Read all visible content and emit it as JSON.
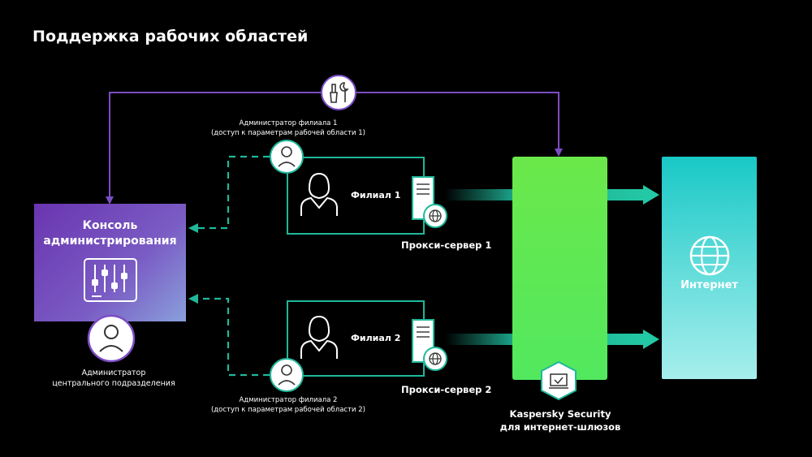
{
  "title": "Поддержка рабочих областей",
  "console": {
    "line1": "Консоль",
    "line2": "администрирования"
  },
  "central_admin": {
    "line1": "Администратор",
    "line2": "центрального подразделения"
  },
  "branch1": {
    "label": "Филиал 1",
    "admin_line1": "Администратор филиала 1",
    "admin_line2": "(доступ к параметрам рабочей области 1)",
    "proxy": "Прокси-сервер 1"
  },
  "branch2": {
    "label": "Филиал 2",
    "admin_line1": "Администратор филиала 2",
    "admin_line2": "(доступ к параметрам рабочей области 2)",
    "proxy": "Прокси-сервер 2"
  },
  "gateway": {
    "line1": "Kaspersky Security",
    "line2": "для интернет-шлюзов"
  },
  "internet": "Интернет",
  "colors": {
    "accent_green": "#5ee85a",
    "teal": "#1fb89a",
    "purple": "#7b4dc4",
    "cyan": "#1fcac8"
  },
  "icons": [
    "tools-icon",
    "admin-avatar-icon",
    "user-icon",
    "server-icon",
    "globe-icon",
    "sliders-icon",
    "shield-icon"
  ]
}
